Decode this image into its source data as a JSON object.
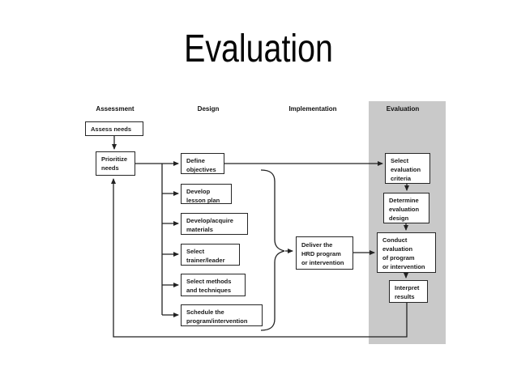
{
  "slide": {
    "title": "Evaluation"
  },
  "diagram": {
    "phase_headers": [
      {
        "label": "Assessment"
      },
      {
        "label": "Design"
      },
      {
        "label": "Implementation"
      },
      {
        "label": "Evaluation"
      }
    ],
    "boxes": {
      "assess_needs": "Assess needs",
      "prioritize_needs": "Prioritize\nneeds",
      "define_objectives": "Define\nobjectives",
      "develop_lesson_plan": "Develop\nlesson plan",
      "develop_acquire_materials": "Develop/acquire\nmaterials",
      "select_trainer_leader": "Select\ntrainer/leader",
      "select_methods_techniques": "Select methods\nand techniques",
      "schedule_program_intervention": "Schedule the\nprogram/intervention",
      "deliver_hrd_program": "Deliver the\nHRD program\nor intervention",
      "select_evaluation_criteria": "Select\nevaluation\ncriteria",
      "determine_evaluation_design": "Determine\nevaluation\ndesign",
      "conduct_evaluation": "Conduct\nevaluation\nof program\nor intervention",
      "interpret_results": "Interpret\nresults"
    },
    "colors": {
      "evaluation_panel": "#c9c9c9",
      "line": "#222222",
      "box_border": "#262626",
      "background": "#ffffff"
    }
  }
}
